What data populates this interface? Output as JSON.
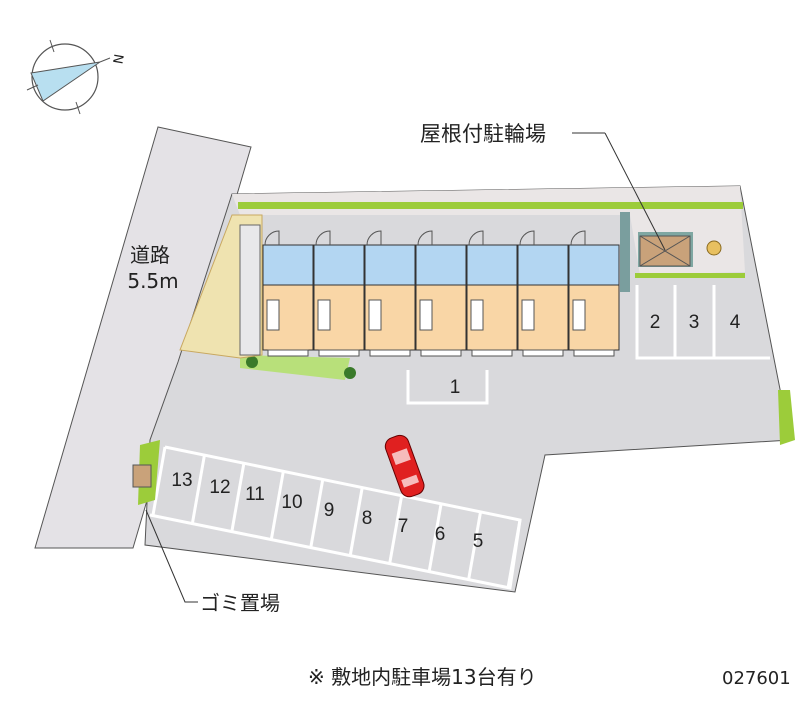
{
  "compass": {
    "north_label": "N"
  },
  "road": {
    "name": "道路",
    "width": "5.5m"
  },
  "labels": {
    "bicycle_parking": "屋根付駐輪場",
    "garbage": "ゴミ置場"
  },
  "parking_spots": [
    "1",
    "2",
    "3",
    "4",
    "5",
    "6",
    "7",
    "8",
    "9",
    "10",
    "11",
    "12",
    "13"
  ],
  "footer": {
    "note": "※ 敷地内駐車場13台有り",
    "code": "027601"
  },
  "colors": {
    "pavement": "#d9d9dc",
    "road": "#e4e2e6",
    "unit_wet": "#b3d6f2",
    "unit_room": "#f9d6a6",
    "greenery": "#9ccc3a",
    "bike_shed": "#c9a27a",
    "car": "#e02020"
  }
}
